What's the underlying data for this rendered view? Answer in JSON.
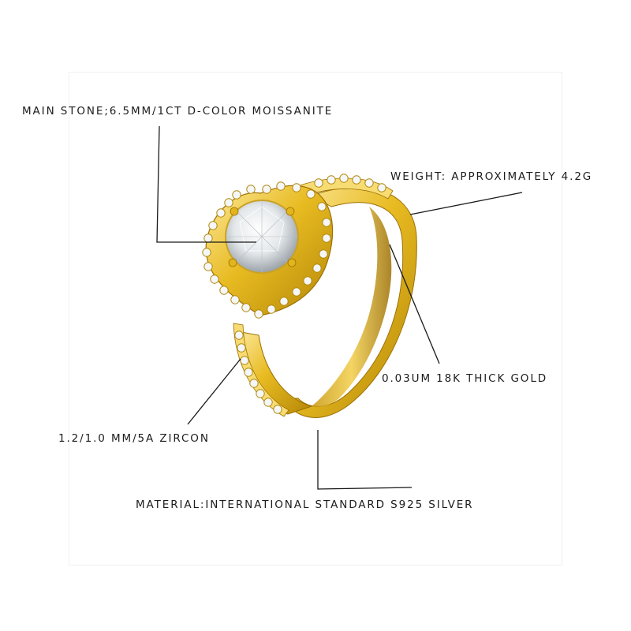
{
  "annotations": {
    "main_stone": "MAIN STONE;6.5MM/1CT D-COLOR MOISSANITE",
    "weight": "WEIGHT: APPROXIMATELY 4.2G",
    "gold": "0.03UM 18K THICK GOLD",
    "zircon": "1.2/1.0 MM/5A ZIRCON",
    "material": "MATERIAL:INTERNATIONAL STANDARD S925 SILVER"
  },
  "colors": {
    "gold_light": "#fbe58a",
    "gold_mid": "#e6b91f",
    "gold_dark": "#a87a05",
    "leader_line": "#1a1a1a",
    "stone": "#eef1f3"
  }
}
